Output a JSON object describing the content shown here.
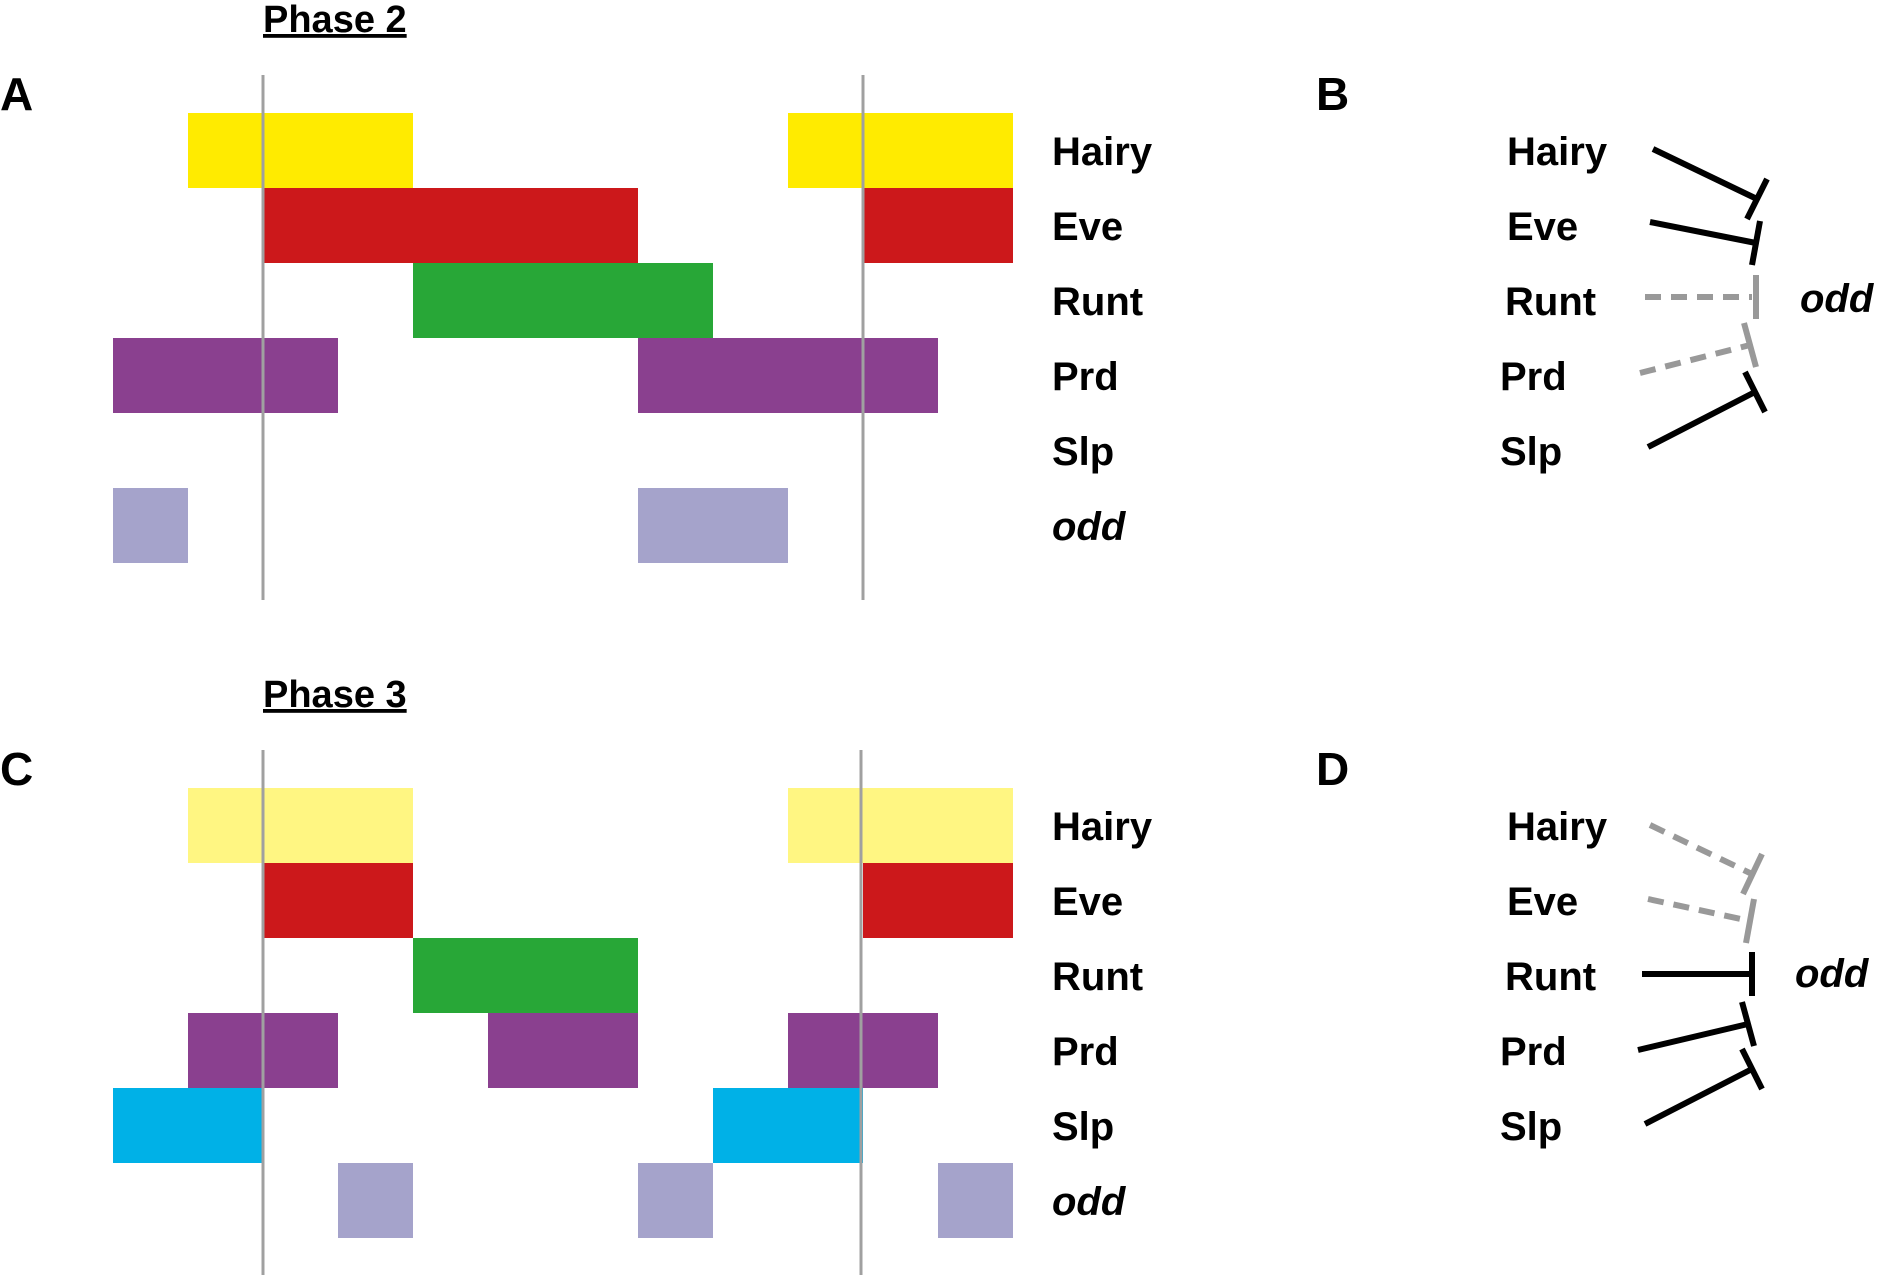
{
  "colors": {
    "hairy_phase2": "#ffeb00",
    "hairy_phase3": "#fff682",
    "eve": "#cc181b",
    "runt": "#28a737",
    "prd": "#8a408f",
    "slp": "#00b1e7",
    "odd": "#a5a3cb",
    "boundary": "#a0a0a0",
    "repress_active": "#000000",
    "repress_inactive": "#999999"
  },
  "panels": [
    {
      "letter": "A",
      "title": "Phase 2",
      "genes": [
        "Hairy",
        "Eve",
        "Runt",
        "Prd",
        "Slp",
        "odd"
      ],
      "tracks": {
        "Hairy": [
          [
            1,
            4
          ],
          [
            9,
            12
          ]
        ],
        "Eve": [
          [
            2,
            7
          ],
          [
            10,
            12
          ]
        ],
        "Runt": [
          [
            4,
            8
          ]
        ],
        "Prd": [
          [
            0,
            3
          ],
          [
            7,
            11
          ]
        ],
        "Slp": [],
        "odd": [
          [
            0,
            1
          ],
          [
            7,
            9
          ]
        ]
      }
    },
    {
      "letter": "B",
      "target": "odd",
      "regulators": [
        {
          "name": "Hairy",
          "style": "solid"
        },
        {
          "name": "Eve",
          "style": "solid"
        },
        {
          "name": "Runt",
          "style": "dashed"
        },
        {
          "name": "Prd",
          "style": "dashed"
        },
        {
          "name": "Slp",
          "style": "solid"
        }
      ]
    },
    {
      "letter": "C",
      "title": "Phase 3",
      "genes": [
        "Hairy",
        "Eve",
        "Runt",
        "Prd",
        "Slp",
        "odd"
      ],
      "tracks": {
        "Hairy": [
          [
            1,
            4
          ],
          [
            9,
            12
          ]
        ],
        "Eve": [
          [
            2,
            4
          ],
          [
            10,
            12
          ]
        ],
        "Runt": [
          [
            4,
            7
          ]
        ],
        "Prd": [
          [
            1,
            3
          ],
          [
            5,
            7
          ],
          [
            9,
            11
          ]
        ],
        "Slp": [
          [
            0,
            2
          ],
          [
            8,
            10
          ]
        ],
        "odd": [
          [
            3,
            4
          ],
          [
            7,
            8
          ],
          [
            11,
            12
          ]
        ]
      }
    },
    {
      "letter": "D",
      "target": "odd",
      "regulators": [
        {
          "name": "Hairy",
          "style": "dashed"
        },
        {
          "name": "Eve",
          "style": "dashed"
        },
        {
          "name": "Runt",
          "style": "solid"
        },
        {
          "name": "Prd",
          "style": "solid"
        },
        {
          "name": "Slp",
          "style": "solid"
        }
      ]
    }
  ]
}
